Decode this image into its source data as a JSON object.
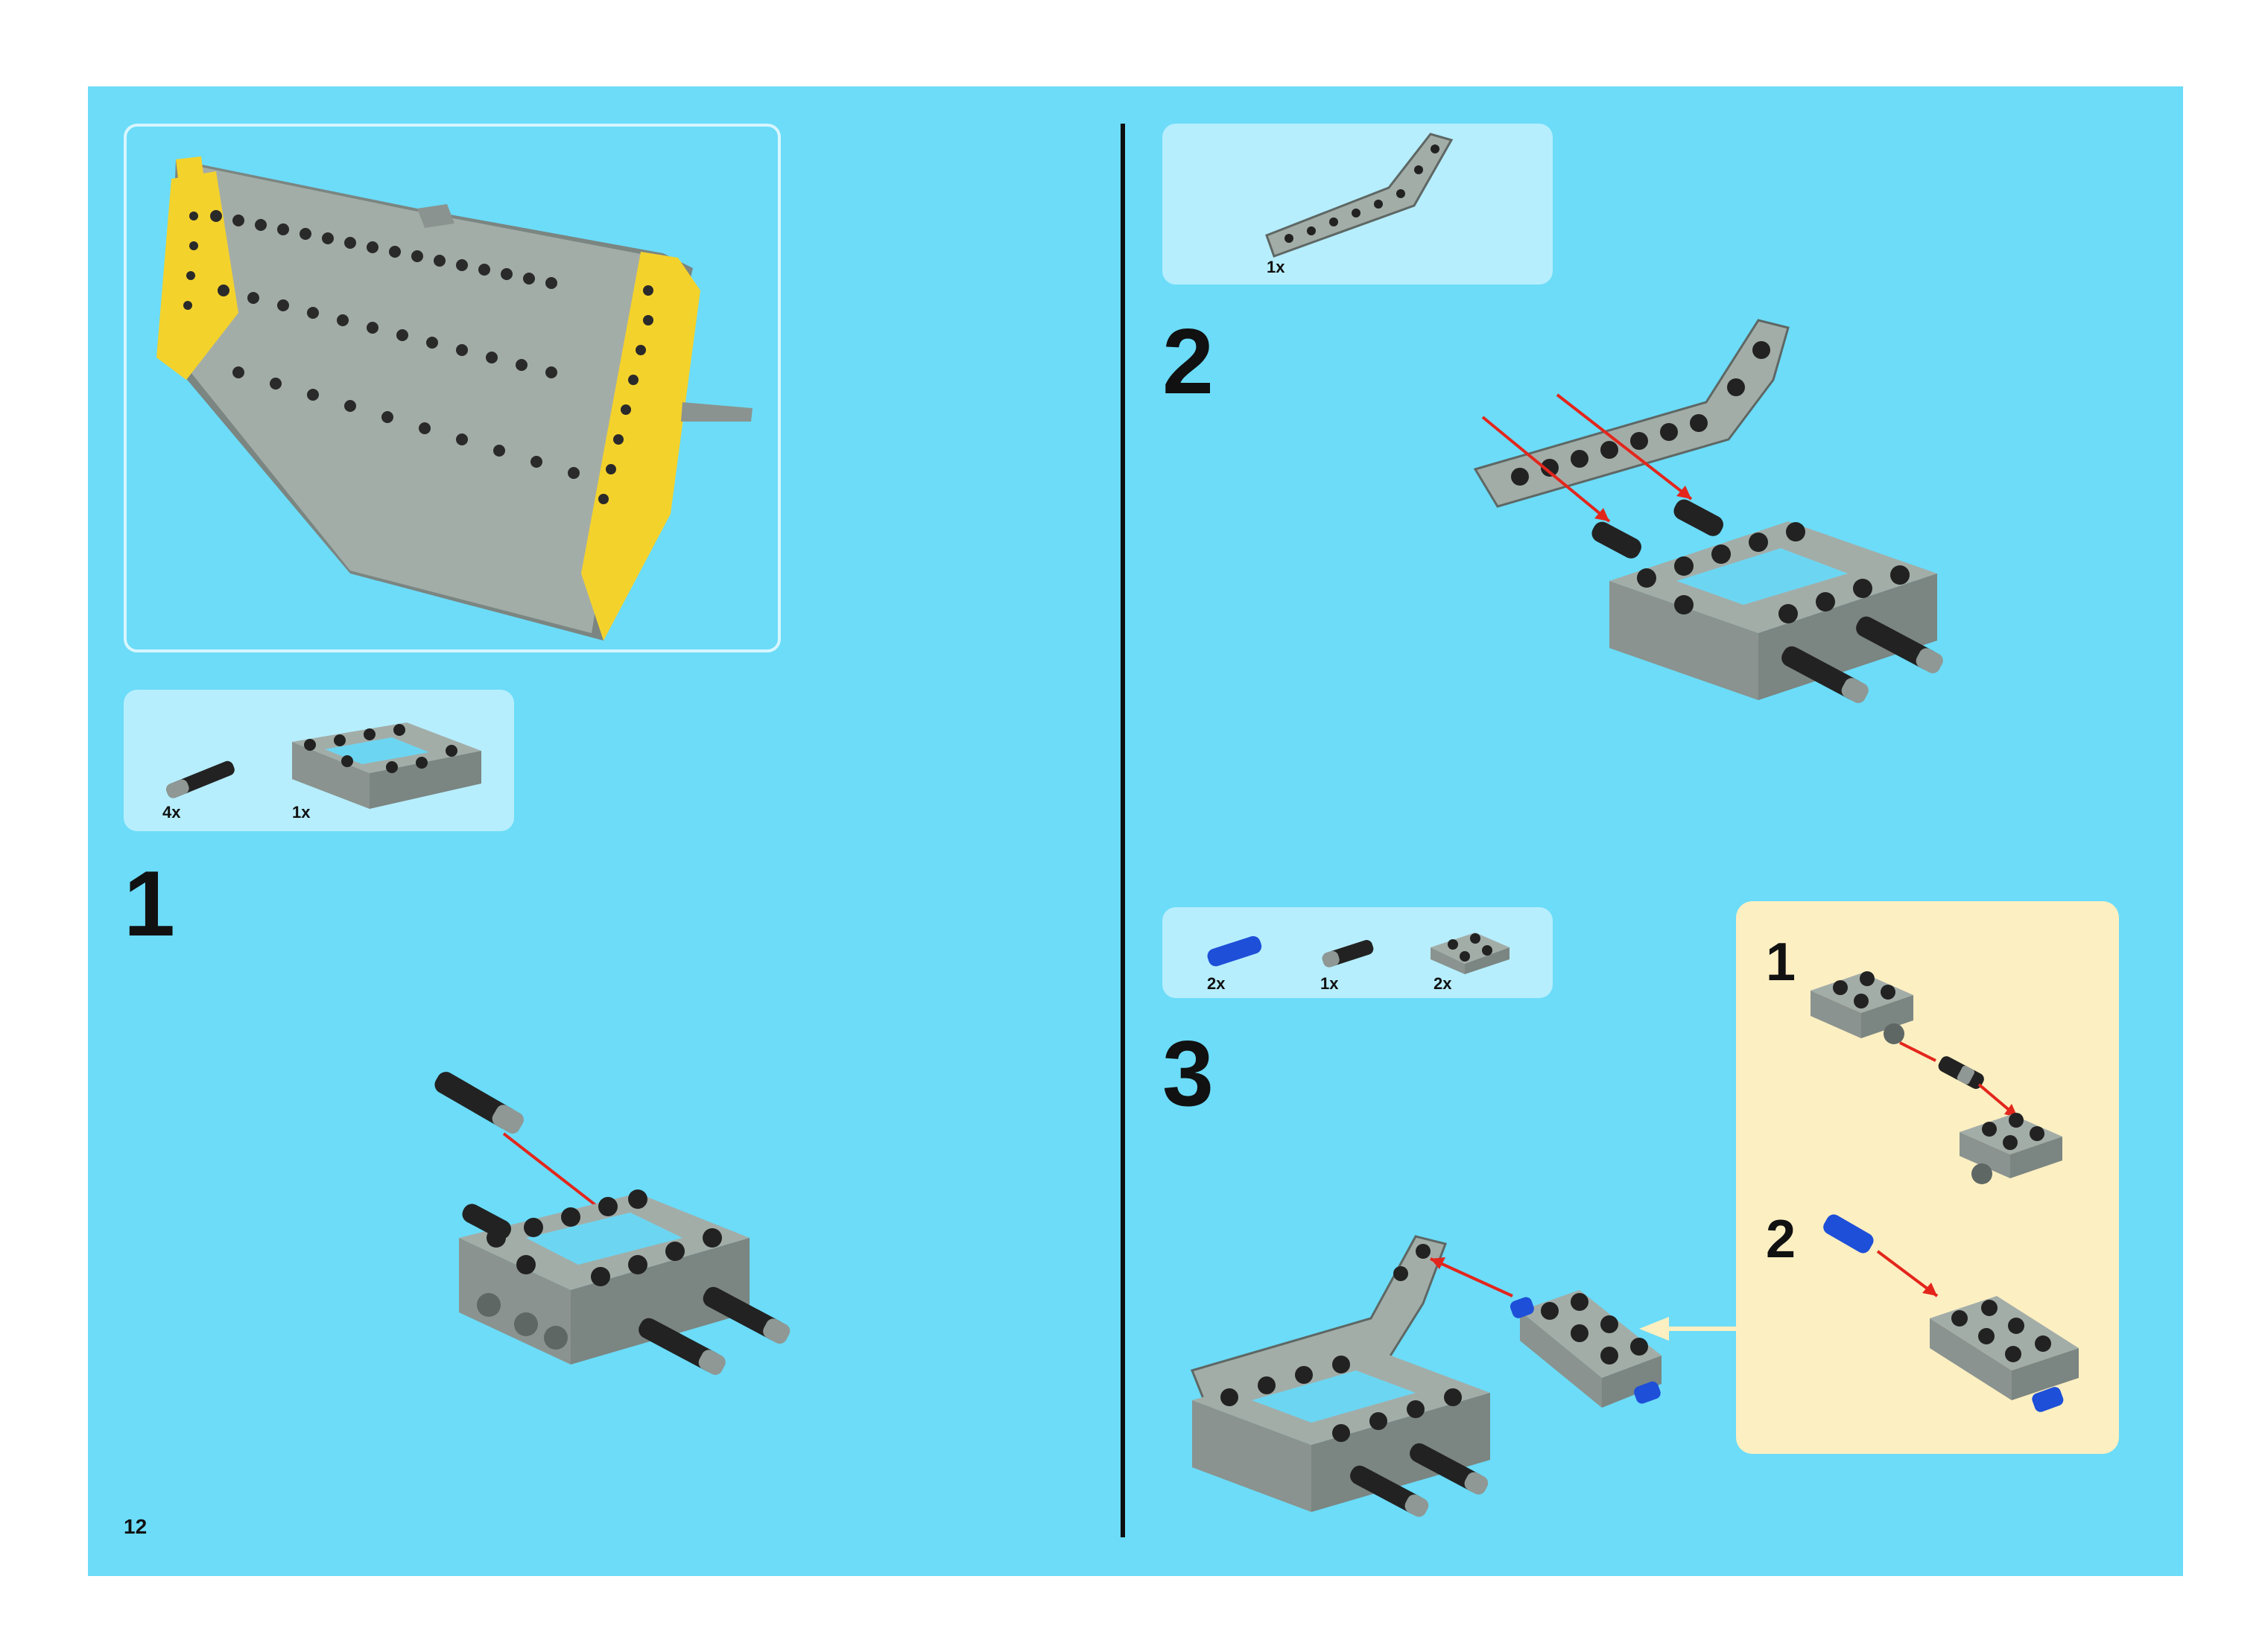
{
  "page": {
    "number": "12"
  },
  "steps": [
    {
      "number": "1",
      "parts": [
        {
          "name": "axle-pin",
          "qty": "4x"
        },
        {
          "name": "technic-frame-5x7",
          "qty": "1x"
        }
      ]
    },
    {
      "number": "2",
      "parts": [
        {
          "name": "bent-liftarm",
          "qty": "1x"
        }
      ]
    },
    {
      "number": "3",
      "parts": [
        {
          "name": "blue-axle-pin",
          "qty": "2x"
        },
        {
          "name": "axle-pin",
          "qty": "1x"
        },
        {
          "name": "plate-2x2-with-pin-hole",
          "qty": "2x"
        }
      ],
      "substeps": [
        {
          "number": "1"
        },
        {
          "number": "2"
        }
      ]
    }
  ],
  "colors": {
    "background": "#6cdcf8",
    "parts_box": "#b6eefe",
    "substep_panel": "#fcefc2",
    "brick_gray": "#9ea8a3",
    "brick_dark": "#222222",
    "yellow": "#f4d22c",
    "blue": "#1e4fd8",
    "arrow": "#e3261c"
  }
}
